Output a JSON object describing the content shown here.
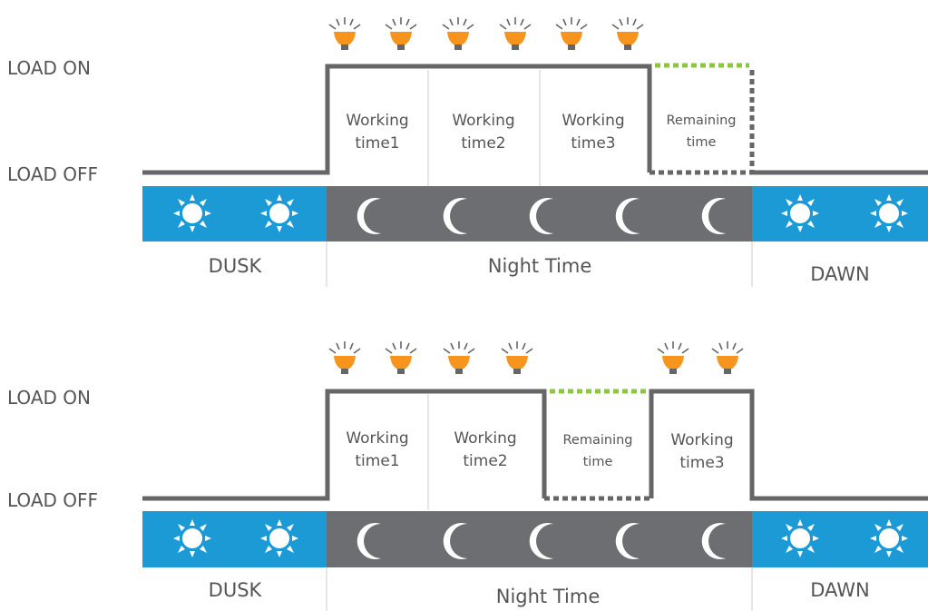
{
  "colors": {
    "line": "#666666",
    "remaining": "#8dc63f",
    "day": "#1b9ad6",
    "night": "#6d6e71",
    "bulb": "#f7941d",
    "divider": "#cccccc",
    "text": "#555555"
  },
  "diagrams": [
    {
      "id": "top",
      "levels": {
        "on": "LOAD ON",
        "off": "LOAD OFF"
      },
      "segments": [
        {
          "kind": "working",
          "line1": "Working",
          "line2": "time1"
        },
        {
          "kind": "working",
          "line1": "Working",
          "line2": "time2"
        },
        {
          "kind": "working",
          "line1": "Working",
          "line2": "time3"
        },
        {
          "kind": "remaining",
          "line1": "Remaining",
          "line2": "time"
        }
      ],
      "periods": {
        "dusk": "DUSK",
        "night": "Night Time",
        "dawn": "DAWN"
      },
      "bulb_count": 6,
      "sun_icons_per_side": 2,
      "moon_icons": 5
    },
    {
      "id": "bottom",
      "levels": {
        "on": "LOAD ON",
        "off": "LOAD OFF"
      },
      "segments": [
        {
          "kind": "working",
          "line1": "Working",
          "line2": "time1"
        },
        {
          "kind": "working",
          "line1": "Working",
          "line2": "time2"
        },
        {
          "kind": "remaining",
          "line1": "Remaining",
          "line2": "time"
        },
        {
          "kind": "working",
          "line1": "Working",
          "line2": "time3"
        }
      ],
      "periods": {
        "dusk": "DUSK",
        "night": "Night Time",
        "dawn": "DAWN"
      },
      "bulb_count": 6,
      "sun_icons_per_side": 2,
      "moon_icons": 5
    }
  ]
}
